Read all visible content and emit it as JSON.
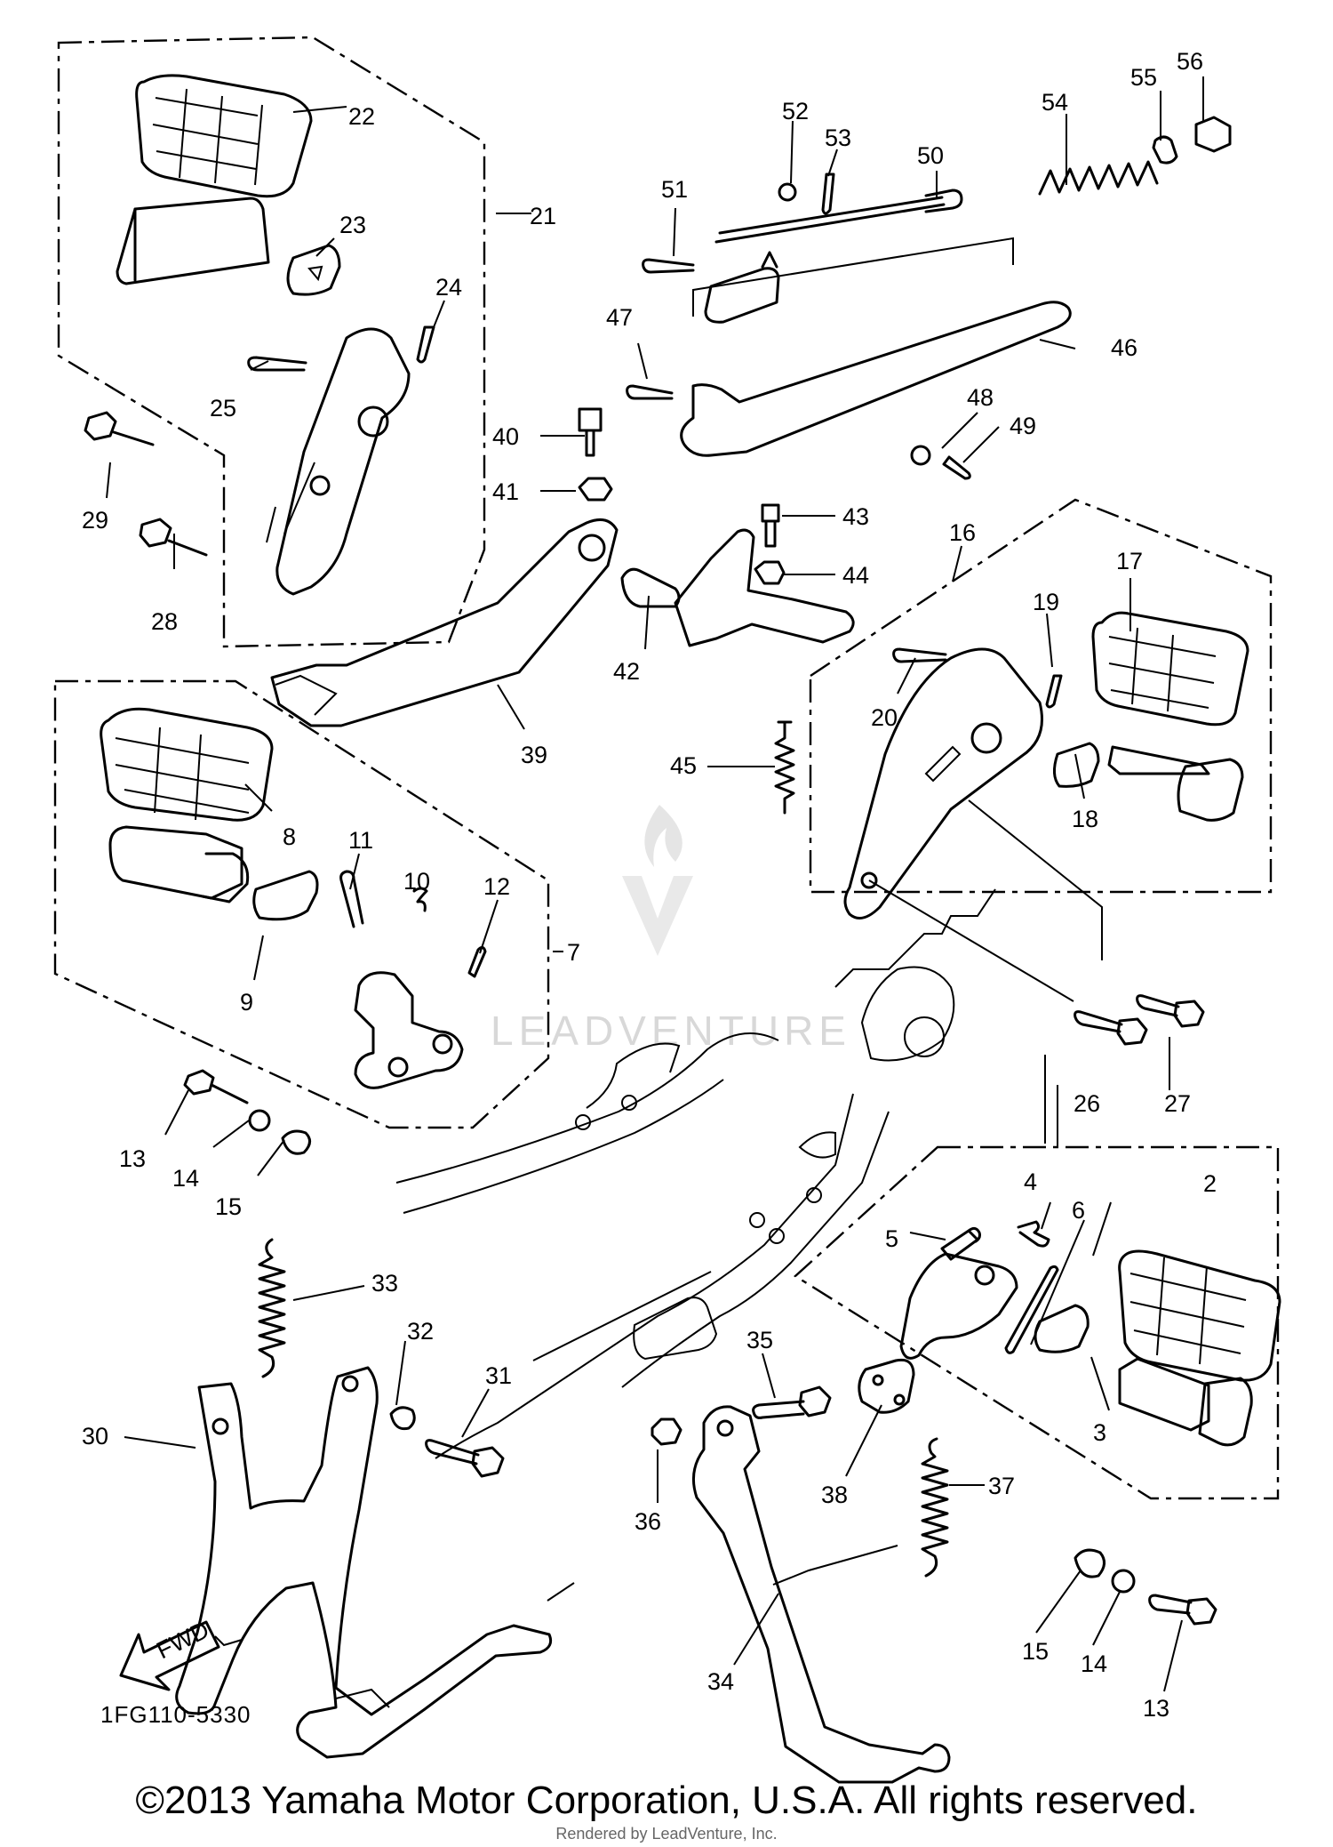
{
  "diagram": {
    "drawing_code": "1FG110-5330",
    "copyright": "©2013 Yamaha Motor Corporation, U.S.A. All rights reserved.",
    "rendered_by": "Rendered by LeadVenture, Inc.",
    "watermark": "LEADVENTURE",
    "fwd_label": "FWD",
    "callouts": [
      "22",
      "21",
      "23",
      "24",
      "25",
      "29",
      "28",
      "51",
      "52",
      "53",
      "50",
      "54",
      "55",
      "56",
      "47",
      "46",
      "40",
      "48",
      "49",
      "41",
      "43",
      "44",
      "42",
      "39",
      "45",
      "16",
      "17",
      "19",
      "20",
      "18",
      "8",
      "11",
      "10",
      "12",
      "7",
      "9",
      "13",
      "14",
      "15",
      "26",
      "27",
      "33",
      "32",
      "31",
      "30",
      "4",
      "2",
      "5",
      "6",
      "35",
      "3",
      "38",
      "37",
      "36",
      "34",
      "15",
      "14",
      "13"
    ]
  }
}
